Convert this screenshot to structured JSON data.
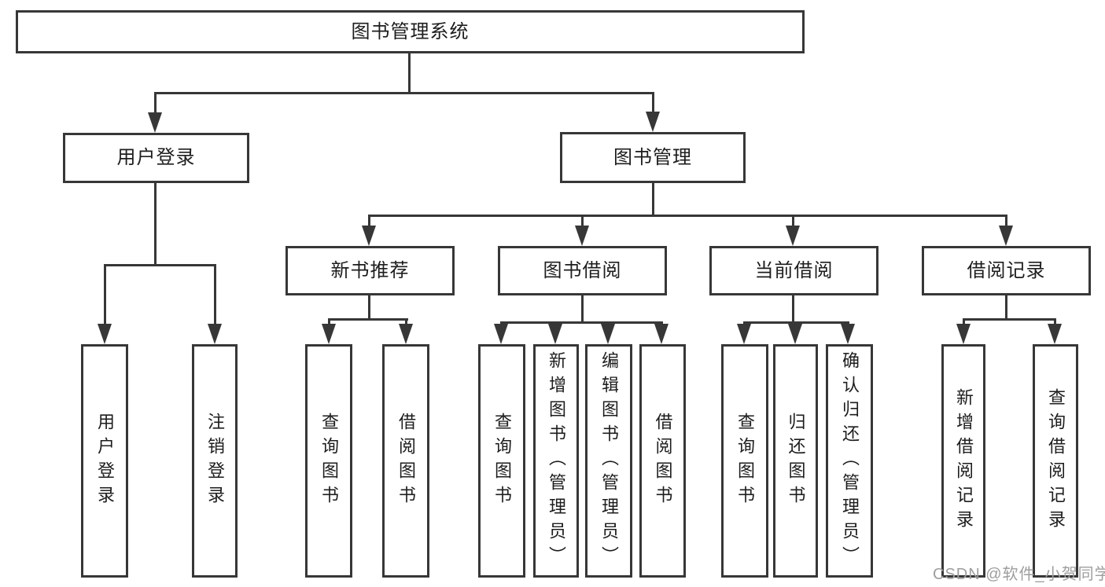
{
  "diagram_type": "hierarchy-tree",
  "tree": {
    "label": "图书管理系统",
    "children": [
      {
        "label": "用户登录",
        "children": [
          {
            "label": "用户登录"
          },
          {
            "label": "注销登录"
          }
        ]
      },
      {
        "label": "图书管理",
        "children": [
          {
            "label": "新书推荐",
            "children": [
              {
                "label": "查询图书"
              },
              {
                "label": "借阅图书"
              }
            ]
          },
          {
            "label": "图书借阅",
            "children": [
              {
                "label": "查询图书"
              },
              {
                "label": "新增图书（管理员）"
              },
              {
                "label": "编辑图书（管理员）"
              },
              {
                "label": "借阅图书"
              }
            ]
          },
          {
            "label": "当前借阅",
            "children": [
              {
                "label": "查询图书"
              },
              {
                "label": "归还图书"
              },
              {
                "label": "确认归还（管理员）"
              }
            ]
          },
          {
            "label": "借阅记录",
            "children": [
              {
                "label": "新增借阅记录"
              },
              {
                "label": "查询借阅记录"
              }
            ]
          }
        ]
      }
    ]
  },
  "watermark": {
    "text": "CSDN @软件_小贺同学"
  },
  "colors": {
    "background": "#ffffff",
    "line": "#373737",
    "text": "#1d1d1d",
    "watermark": "#9e9e9e"
  }
}
